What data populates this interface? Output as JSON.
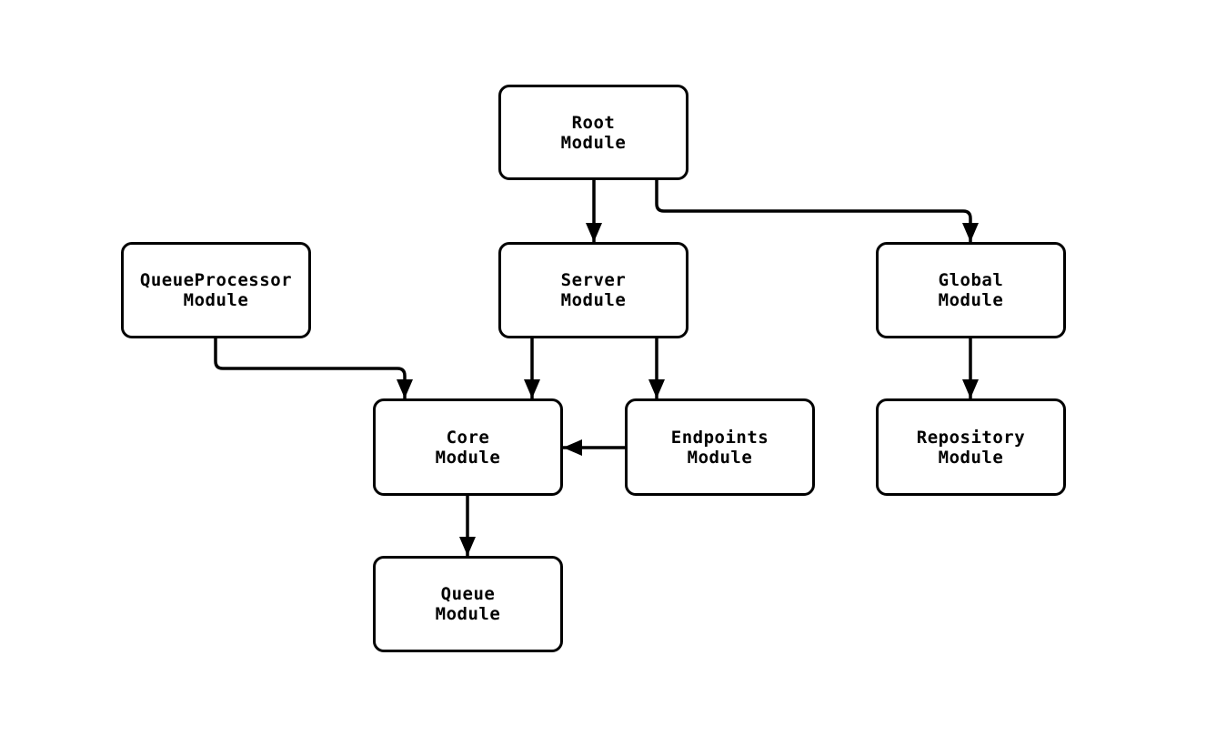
{
  "diagram": {
    "type": "module-dependency-flowchart",
    "colors": {
      "background": "#ffffff",
      "node_fill": "#ffffff",
      "node_border": "#000000",
      "text": "#000000",
      "edge": "#000000"
    },
    "nodes": [
      {
        "id": "root-module",
        "line1": "Root",
        "line2": "Module"
      },
      {
        "id": "queueprocessor-module",
        "line1": "QueueProcessor",
        "line2": "Module"
      },
      {
        "id": "server-module",
        "line1": "Server",
        "line2": "Module"
      },
      {
        "id": "global-module",
        "line1": "Global",
        "line2": "Module"
      },
      {
        "id": "core-module",
        "line1": "Core",
        "line2": "Module"
      },
      {
        "id": "endpoints-module",
        "line1": "Endpoints",
        "line2": "Module"
      },
      {
        "id": "repository-module",
        "line1": "Repository",
        "line2": "Module"
      },
      {
        "id": "queue-module",
        "line1": "Queue",
        "line2": "Module"
      }
    ],
    "edges": [
      {
        "from": "root-module",
        "to": "server-module"
      },
      {
        "from": "root-module",
        "to": "global-module"
      },
      {
        "from": "queueprocessor-module",
        "to": "core-module"
      },
      {
        "from": "server-module",
        "to": "core-module"
      },
      {
        "from": "server-module",
        "to": "endpoints-module"
      },
      {
        "from": "endpoints-module",
        "to": "core-module"
      },
      {
        "from": "global-module",
        "to": "repository-module"
      },
      {
        "from": "core-module",
        "to": "queue-module"
      }
    ]
  }
}
